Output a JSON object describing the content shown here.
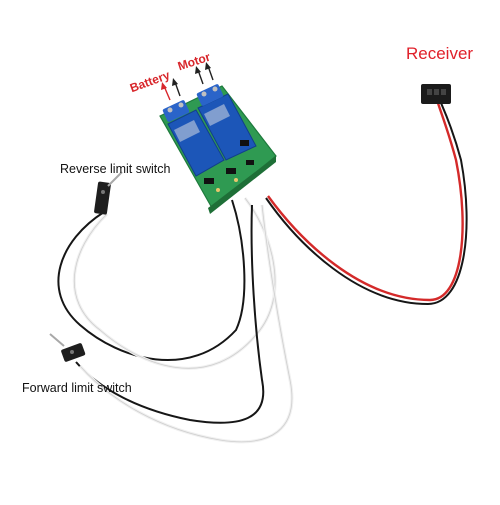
{
  "labels": {
    "receiver": "Receiver",
    "battery": "Battery",
    "motor": "Motor",
    "reverse_limit_switch": "Reverse limit switch",
    "forward_limit_switch": "Forward limit switch"
  },
  "colors": {
    "background": "#ffffff",
    "label_red": "#d8262b",
    "label_black": "#111111",
    "pcb_green": "#2f9a52",
    "relay_blue": "#1c56b8",
    "terminal_blue": "#2a64c9",
    "wire_red": "#d42a2a",
    "wire_black": "#161616",
    "wire_white": "#f4f4f4"
  }
}
